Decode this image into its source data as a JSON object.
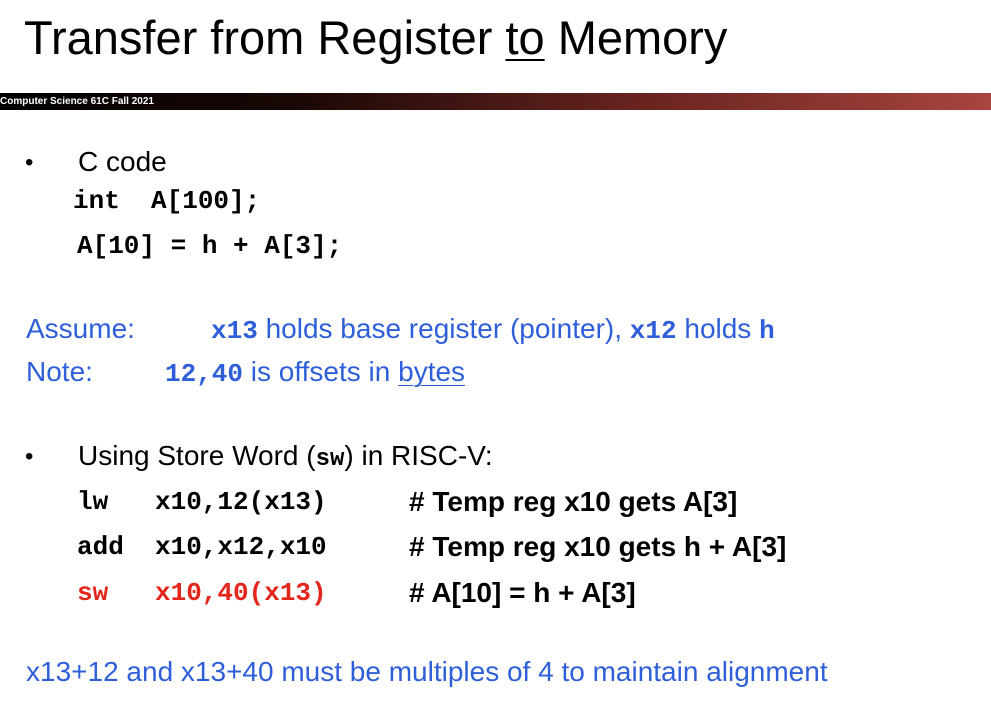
{
  "slide": {
    "title_pre": "Transfer from Register ",
    "title_underlined": "to",
    "title_post": " Memory",
    "banner": "Computer Science 61C Fall 2021"
  },
  "c_code": {
    "bullet": "•",
    "heading": "C code",
    "line1": "int  A[100];",
    "line2": "A[10] = h + A[3];"
  },
  "assume": {
    "label": "Assume:",
    "reg1": "x13",
    "text1": " holds base register (pointer), ",
    "reg2": "x12",
    "text2": " holds ",
    "var": "h"
  },
  "note": {
    "label": "Note:",
    "offsets": "12,40",
    "text": " is offsets in ",
    "underlined": "bytes"
  },
  "riscv": {
    "bullet": "•",
    "heading_pre": "Using Store Word (",
    "heading_mono": "sw",
    "heading_post": ") in RISC-V:",
    "instructions": [
      {
        "op": "lw",
        "args": "x10,12(x13)",
        "comment": "# Temp reg x10 gets A[3]"
      },
      {
        "op": "add",
        "args": "x10,x12,x10",
        "comment": "# Temp reg x10 gets h + A[3]"
      },
      {
        "op": "sw",
        "args": "x10,40(x13)",
        "comment": "# A[10] = h + A[3]"
      }
    ]
  },
  "footer": "x13+12 and x13+40 must be multiples of 4 to maintain alignment",
  "colors": {
    "accent_blue": "#2f5fd8",
    "highlight_red": "#e3261c",
    "banner_start": "#000000",
    "banner_end": "#a8453f"
  }
}
